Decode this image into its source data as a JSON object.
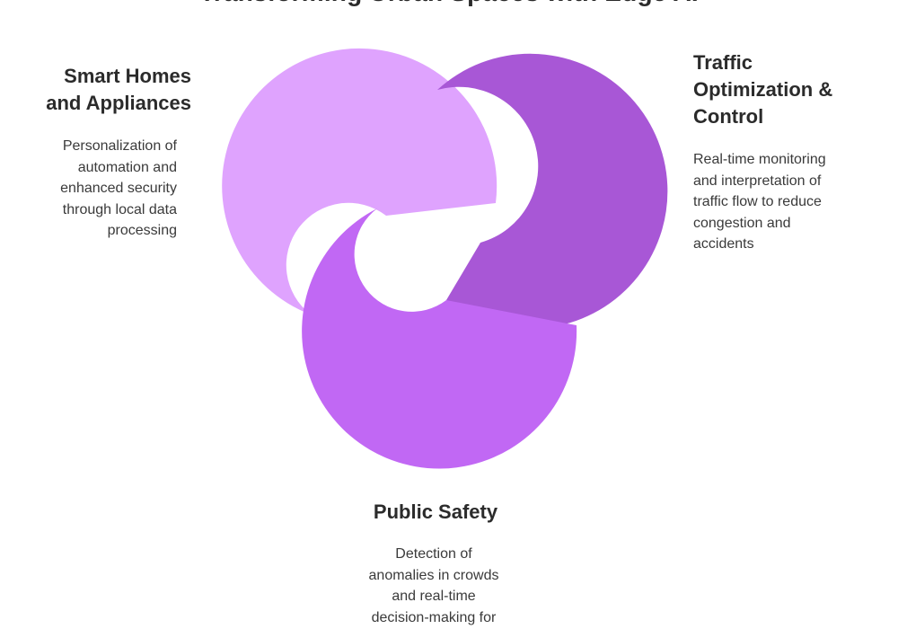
{
  "title": "Transforming Urban Spaces with Edge AI",
  "colors": {
    "smart_homes": "#dfa3fe",
    "traffic": "#a857d6",
    "public_safety": "#c168f4",
    "text": "#2b2b2b"
  },
  "sections": {
    "smart_homes": {
      "heading": [
        "Smart Homes",
        "and Appliances"
      ],
      "description": [
        "Personalization of",
        "automation and",
        "enhanced security",
        "through local data",
        "processing"
      ]
    },
    "traffic": {
      "heading": [
        "Traffic",
        "Optimization &",
        "Control"
      ],
      "description": [
        "Real-time monitoring",
        "and interpretation of",
        "traffic flow to reduce",
        "congestion and",
        "accidents"
      ]
    },
    "public_safety": {
      "heading": [
        "Public Safety"
      ],
      "description": [
        "Detection of",
        "anomalies in crowds",
        "and real-time",
        "decision-making for"
      ]
    }
  }
}
